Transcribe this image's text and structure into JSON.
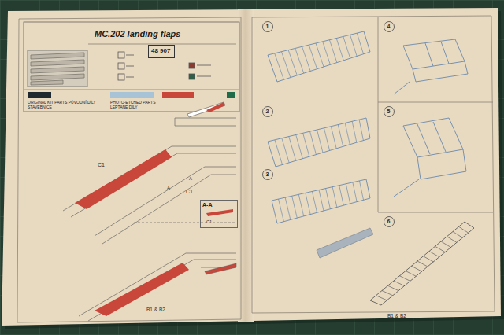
{
  "diagram": {
    "title": "MC.202 landing flaps",
    "nodes": [
      {
        "text": [
          "48 907"
        ]
      },
      {
        "text": [
          "A-A"
        ]
      }
    ],
    "labels": [
      "C1",
      "A",
      "A",
      "C1",
      "C1",
      "B1 & B2",
      "1",
      "2",
      "3",
      "4",
      "5",
      "6",
      "B1 & B2"
    ],
    "legend": [
      {
        "text": "ORIGINAL KIT PARTS PŮVODNÍ DÍLY STAVEBNICE",
        "color": "#1f2a30"
      },
      {
        "text": "PHOTO-ETCHED PARTS LEPTANÉ DÍLY",
        "color": "#a9c3d6"
      }
    ]
  }
}
